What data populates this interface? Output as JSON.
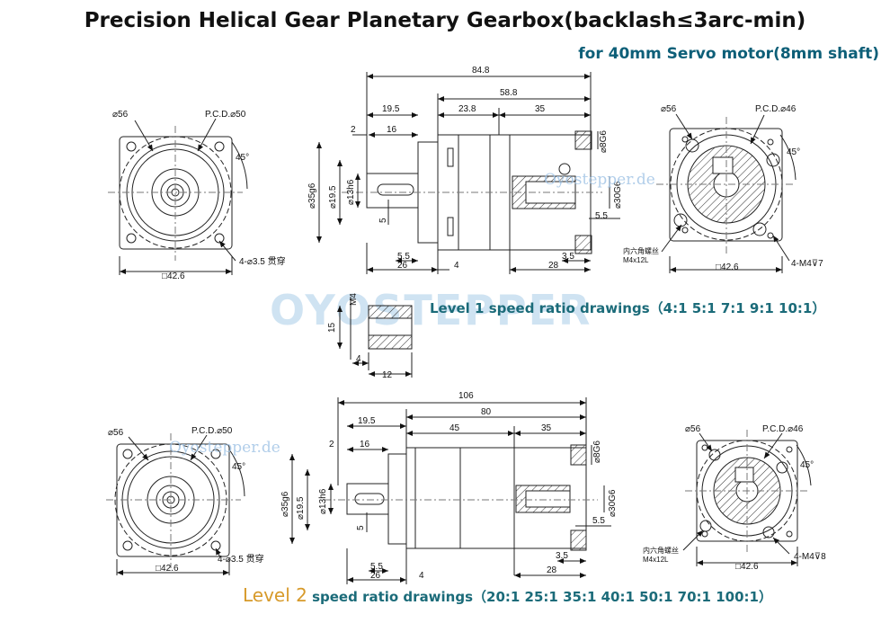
{
  "header": {
    "title": "Precision Helical Gear Planetary Gearbox(backlash≤3arc-min)",
    "subtitle": "for 40mm Servo motor(8mm shaft)"
  },
  "watermark": {
    "brand": "OYOSTEPPER",
    "site": "Oyostepper.de"
  },
  "level1": {
    "caption": "Level 1 speed ratio drawings（4:1   5:1   7:1   9:1   10:1）",
    "front": {
      "diameter": "⌀56",
      "pcd": "P.C.D.⌀50",
      "angle": "45°",
      "holes": "4-⌀3.5 贯穿",
      "square": "□42.6"
    },
    "side": {
      "overall": "84.8",
      "body": "58.8",
      "shaft_len": "19.5",
      "d2": "2",
      "d16": "16",
      "d23_8": "23.8",
      "d35": "35",
      "d35g6": "⌀35g6",
      "d19_5": "⌀19.5",
      "d13h6": "⌀13h6",
      "d5": "5",
      "d5_5": "5.5",
      "d26": "26",
      "d4": "4",
      "d3_5": "3.5",
      "d28": "28",
      "d8g6": "⌀8G6",
      "d30g6": "⌀30G6",
      "d5_5b": "5.5"
    },
    "rear": {
      "diameter": "⌀56",
      "pcd": "P.C.D.⌀46",
      "angle": "45°",
      "screw_cn": "内六角螺丝",
      "screw": "M4x12L",
      "square": "□42.6",
      "holes": "4-M4⊽7"
    }
  },
  "key": {
    "m4": "M4",
    "d15": "15",
    "d4": "4",
    "d12": "12"
  },
  "level2": {
    "caption_word": "Level 2",
    "caption_rest": " speed ratio drawings（20:1  25:1  35:1  40:1  50:1  70:1  100:1）",
    "front": {
      "diameter": "⌀56",
      "pcd": "P.C.D.⌀50",
      "angle": "45°",
      "holes": "4-⌀3.5 贯穿",
      "square": "□42.6"
    },
    "side": {
      "overall": "106",
      "body": "80",
      "shaft_len": "19.5",
      "d2": "2",
      "d16": "16",
      "d45": "45",
      "d35": "35",
      "d35g6": "⌀35g6",
      "d19_5": "⌀19.5",
      "d13h6": "⌀13h6",
      "d5": "5",
      "d5_5": "5.5",
      "d26": "26",
      "d4": "4",
      "d3_5": "3.5",
      "d28": "28",
      "d8g6": "⌀8G6",
      "d30g6": "⌀30G6",
      "d5_5b": "5.5"
    },
    "rear": {
      "diameter": "⌀56",
      "pcd": "P.C.D.⌀46",
      "angle": "45°",
      "screw_cn": "内六角螺丝",
      "screw": "M4x12L",
      "square": "□42.6",
      "holes": "4-M4⊽8"
    }
  }
}
